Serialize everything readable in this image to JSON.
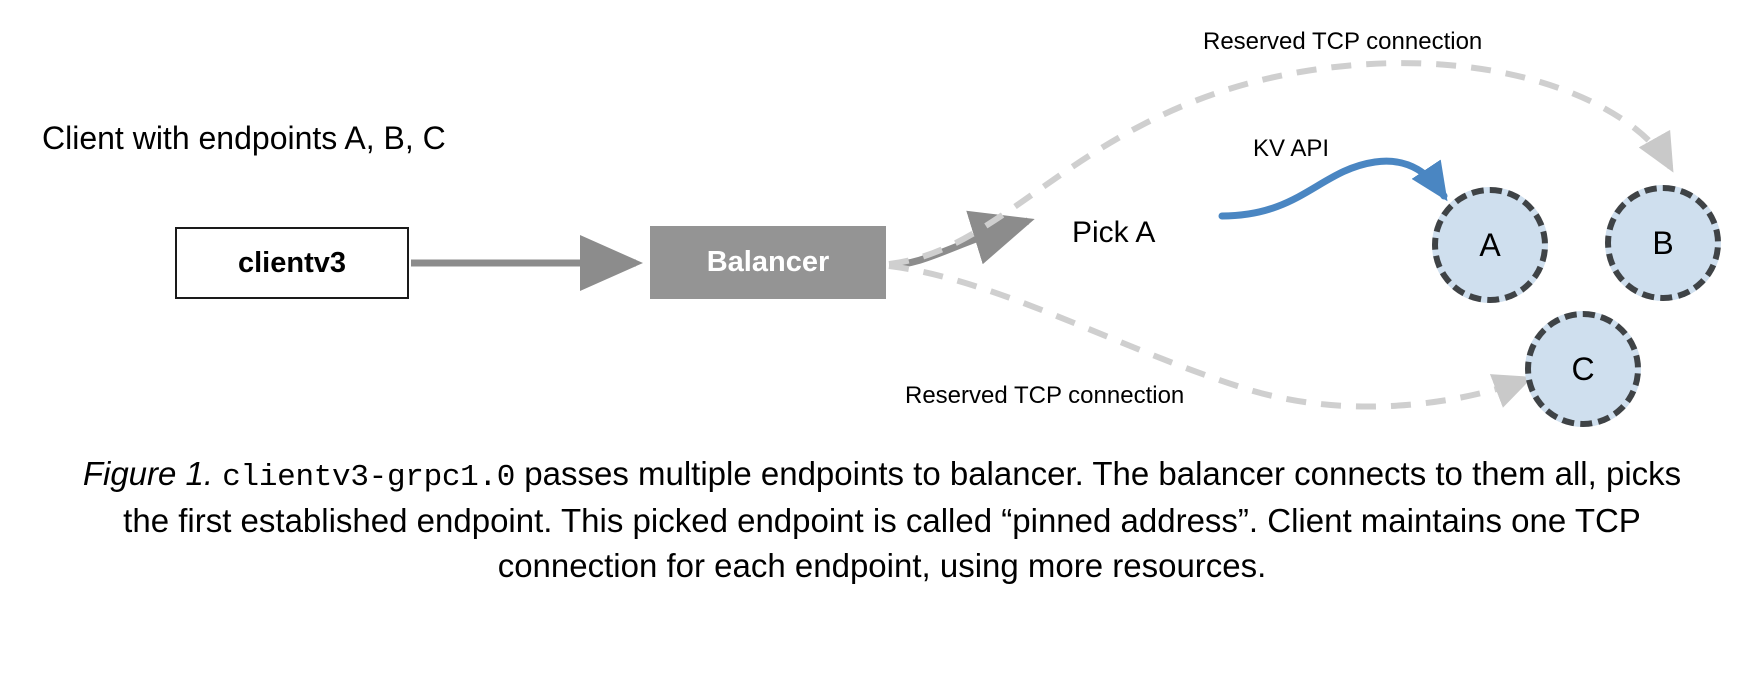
{
  "figure": {
    "client_caption": "Client with endpoints A, B, C",
    "caption": {
      "figure_number": "Figure 1.",
      "code_token": "clientv3-grpc1.0",
      "body": " passes multiple endpoints to balancer. The balancer connects to them all, picks the first established endpoint. This picked endpoint is called “pinned address”. Client maintains one TCP connection for each endpoint, using more resources."
    }
  },
  "nodes": {
    "client_box": "clientv3",
    "balancer_box": "Balancer",
    "pick_label": "Pick A",
    "endpoints": [
      {
        "id": "a",
        "label": "A"
      },
      {
        "id": "b",
        "label": "B"
      },
      {
        "id": "c",
        "label": "C"
      }
    ]
  },
  "edges": {
    "kv_api": "KV API",
    "reserved_top": "Reserved TCP connection",
    "reserved_bottom": "Reserved TCP connection"
  },
  "colors": {
    "endpoint_fill": "#cfdfee",
    "endpoint_stroke": "#3f4346",
    "balancer_fill": "#949494",
    "balancer_text": "#ffffff",
    "solid_arrow": "#8c8c8c",
    "dashed_arrow": "#cfcfcf",
    "kv_api_blue": "#4a86c2",
    "box_stroke": "#1a1a1a",
    "background": "#ffffff"
  }
}
